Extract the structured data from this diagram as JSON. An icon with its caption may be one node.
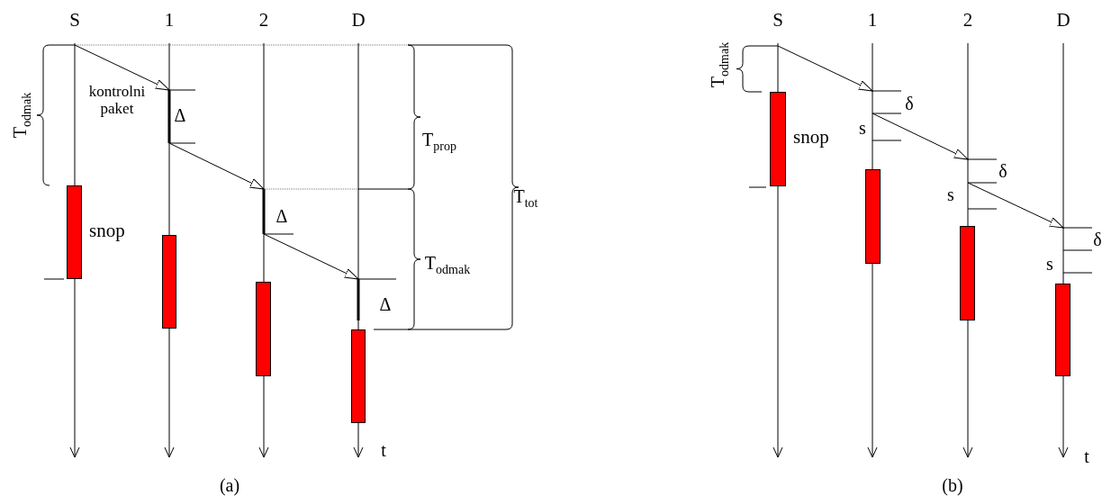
{
  "diagram": {
    "nodes": [
      {
        "text": [
          "S"
        ]
      },
      {
        "text": [
          "1"
        ]
      },
      {
        "text": [
          "2"
        ]
      },
      {
        "text": [
          "D"
        ]
      },
      {
        "text": [],
        "shape": "bar",
        "beside": [
          "snop"
        ]
      },
      {
        "text": [],
        "shape": "bar"
      },
      {
        "text": [],
        "shape": "bar"
      },
      {
        "text": [],
        "shape": "bar"
      },
      {
        "text": [
          "S"
        ]
      },
      {
        "text": [
          "1"
        ]
      },
      {
        "text": [
          "2"
        ]
      },
      {
        "text": [
          "D"
        ]
      },
      {
        "text": [],
        "shape": "bar",
        "beside": [
          "snop"
        ]
      },
      {
        "text": [],
        "shape": "bar"
      },
      {
        "text": [],
        "shape": "bar"
      },
      {
        "text": [],
        "shape": "bar"
      }
    ],
    "edges": [
      {
        "from": 0,
        "to": null,
        "arrow": "to"
      },
      {
        "from": 1,
        "to": null,
        "arrow": "to"
      },
      {
        "from": 2,
        "to": null,
        "arrow": "to"
      },
      {
        "from": 3,
        "to": null,
        "arrow": "to"
      },
      {
        "from": 8,
        "to": null,
        "arrow": "to"
      },
      {
        "from": 9,
        "to": null,
        "arrow": "to"
      },
      {
        "from": 10,
        "to": null,
        "arrow": "to"
      },
      {
        "from": 11,
        "to": null,
        "arrow": "to"
      }
    ],
    "labels": [
      "T$_{odmak}$",
      "kontrolni paket",
      "Δ",
      "T$_{prop}$",
      "T$_{tot}$",
      "Δ",
      "T$_{odmak}$",
      "Δ",
      "t",
      "(a)",
      "T$_{odmak}$",
      "δ",
      "s",
      "δ",
      "s",
      "δ",
      "s",
      "t",
      "(b)"
    ]
  }
}
